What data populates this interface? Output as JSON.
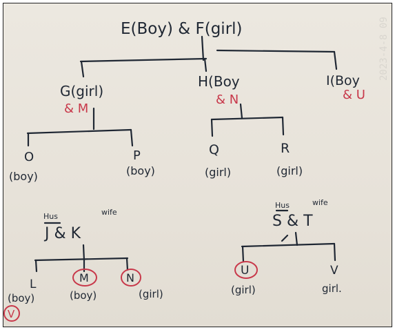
{
  "colors": {
    "ink": "#1f2733",
    "red_ink": "#c8384a",
    "paper": "#e8e3da"
  },
  "timestamp": "2023-4-8 09",
  "tree1": {
    "root": "E(Boy) & F(girl)",
    "children": [
      {
        "label": "G(girl)",
        "spouse": "& M"
      },
      {
        "label": "H(Boy",
        "spouse": "& N"
      },
      {
        "label": "I(Boy",
        "spouse": "& U"
      }
    ],
    "g_children": [
      {
        "name": "O",
        "gender": "(boy)"
      },
      {
        "name": "P",
        "gender": "(boy)"
      }
    ],
    "h_children": [
      {
        "name": "Q",
        "gender": "(girl)"
      },
      {
        "name": "R",
        "gender": "(girl)"
      }
    ]
  },
  "tree2": {
    "husband_tag": "Hus",
    "wife_tag": "wife",
    "couple": "J & K",
    "children": [
      {
        "name": "L",
        "gender": "(boy)"
      },
      {
        "name": "M",
        "gender": "(boy)"
      },
      {
        "name": "N",
        "gender": "(girl)"
      }
    ],
    "check": "V"
  },
  "tree3": {
    "husband_tag": "Hus",
    "wife_tag": "wife",
    "couple": "S & T",
    "children": [
      {
        "name": "U",
        "gender": "(girl)"
      },
      {
        "name": "V",
        "gender": "girl."
      }
    ]
  }
}
